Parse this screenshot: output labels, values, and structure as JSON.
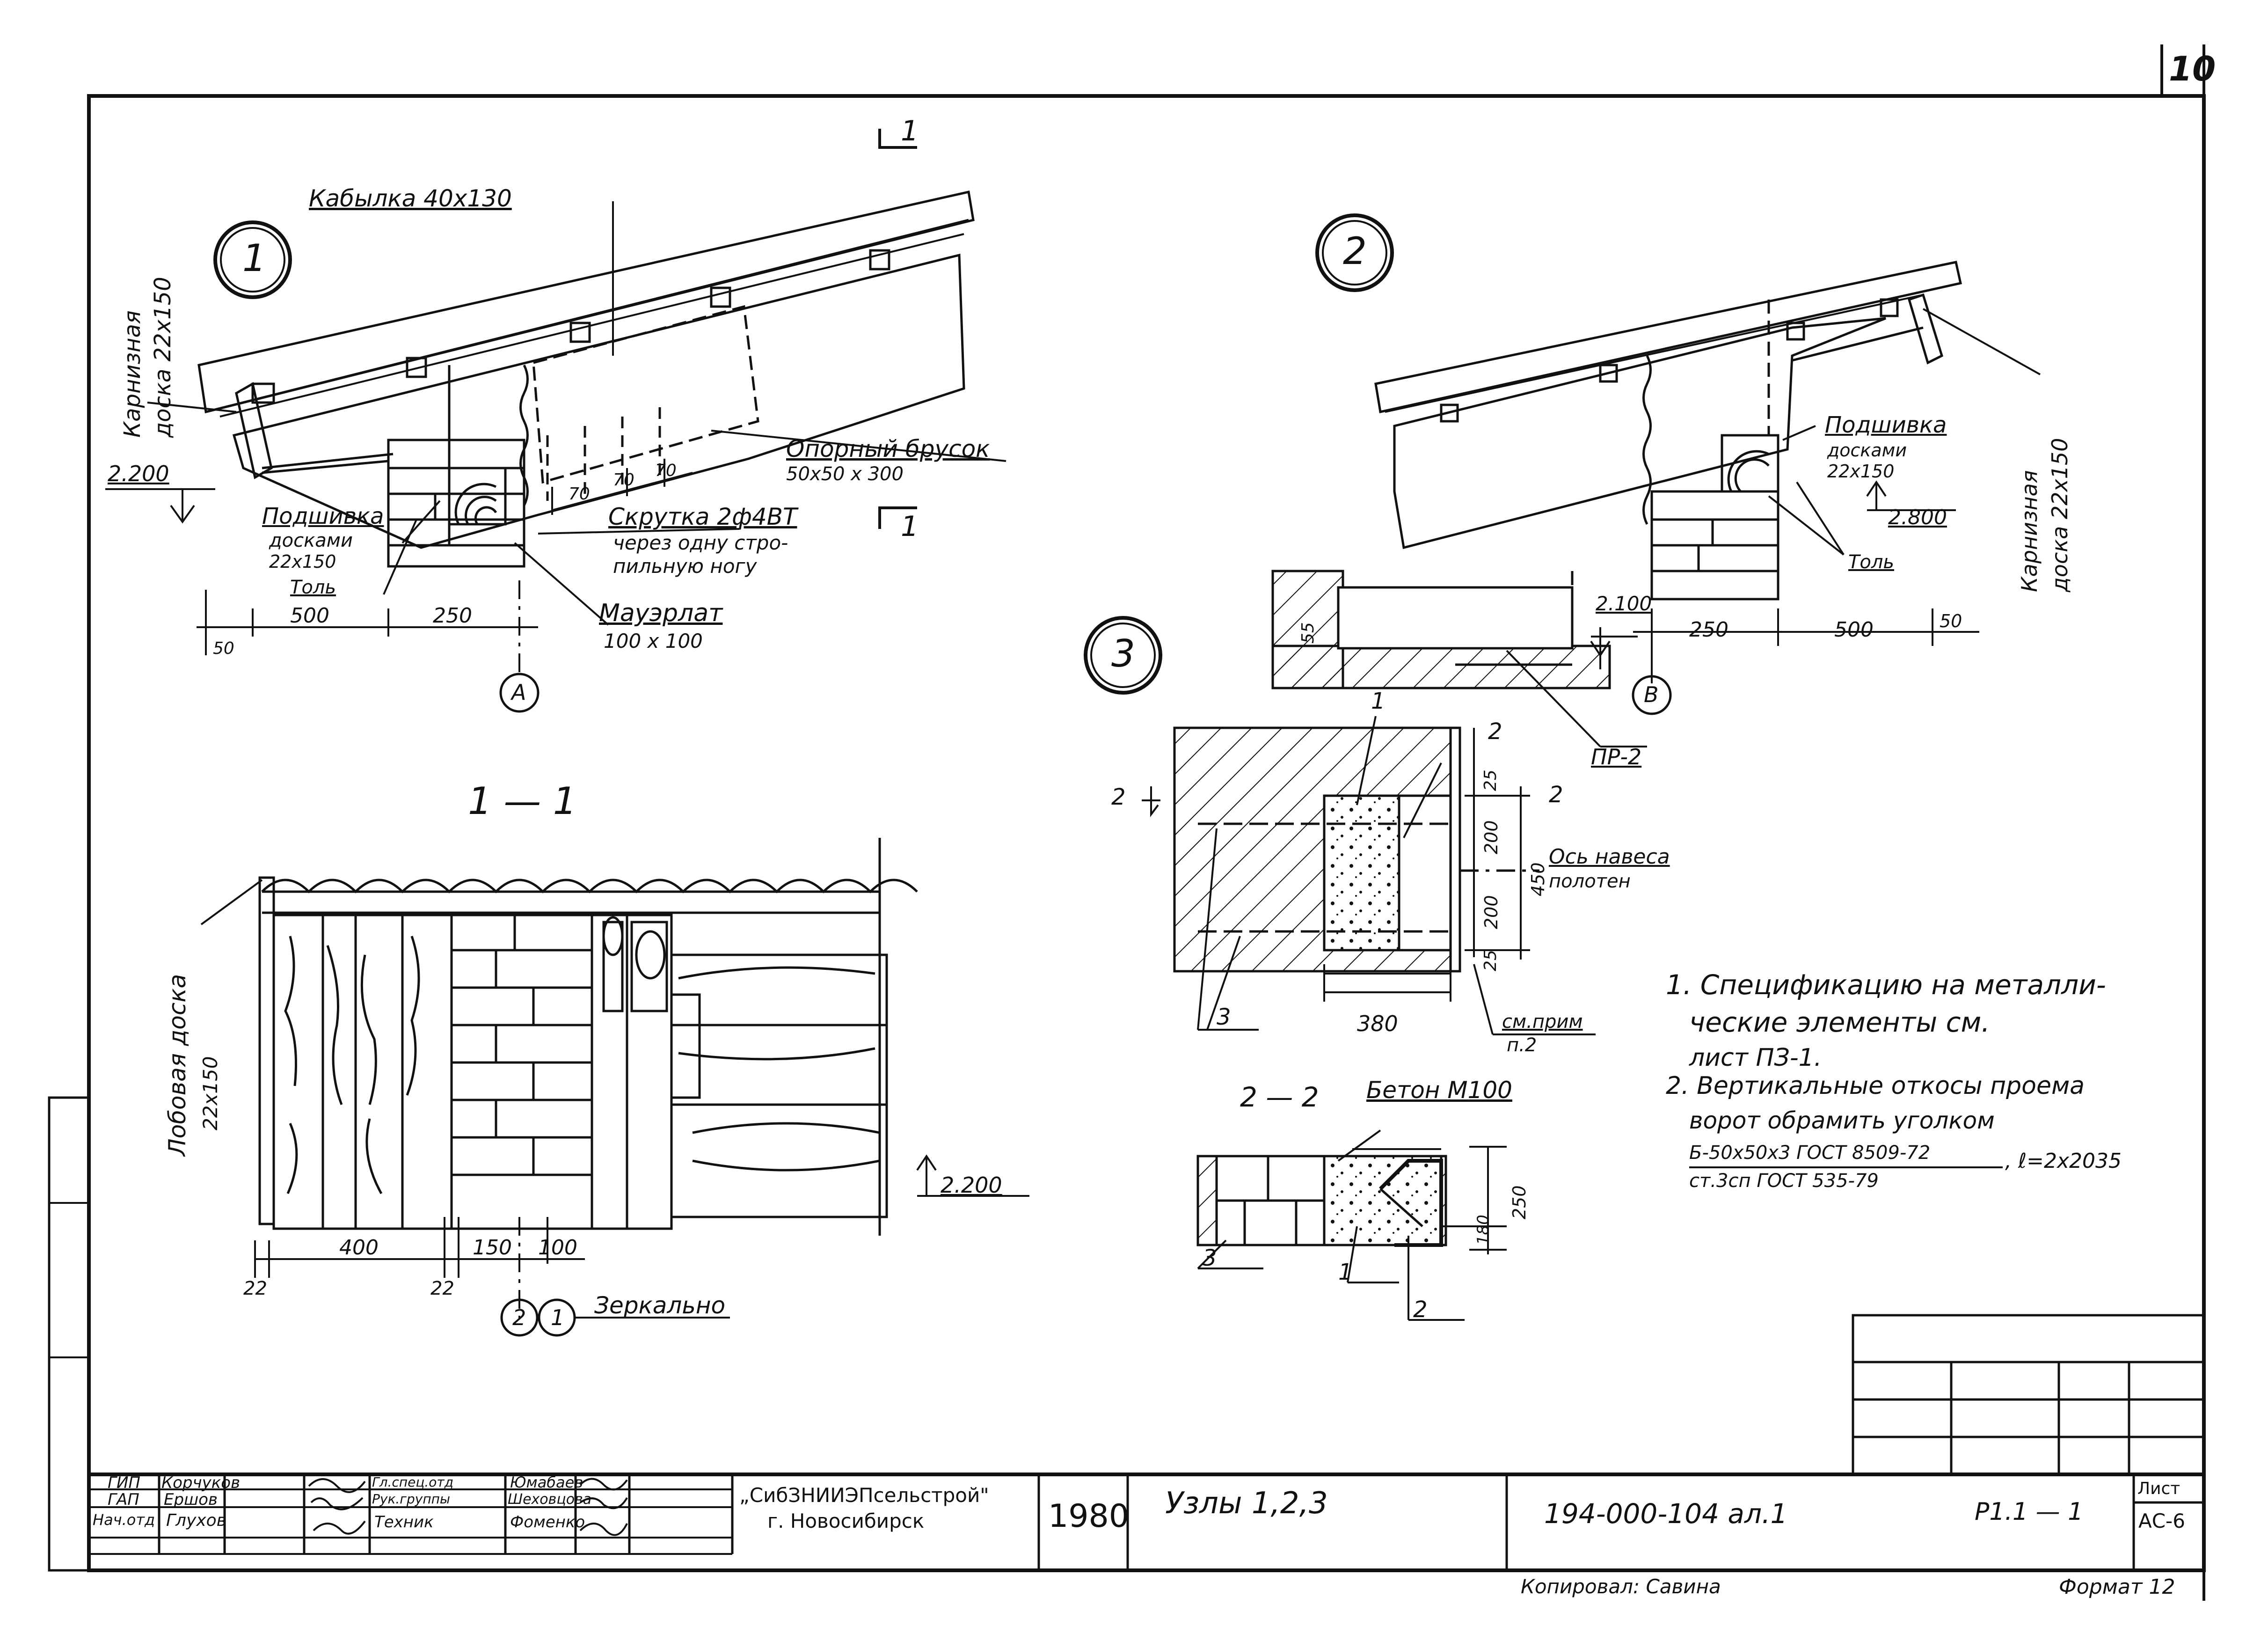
{
  "sheet_number": "10",
  "node1": {
    "circle": "1",
    "kabylka": "Кабылка  40х130",
    "karniznaya_1": "Карнизная",
    "karniznaya_2": "доска 22х150",
    "level": "2.200",
    "podshivka_1": "Подшивка",
    "podshivka_2": "досками",
    "podshivka_3": "22х150",
    "tol": "Толь",
    "opor_1": "Опорный брусок",
    "opor_2": "50х50 х 300",
    "skrutka_1": "Скрутка 2ф4ВТ",
    "skrutka_2": "через одну стро-",
    "skrutka_3": "пильную ногу",
    "mauerlat_1": "Мауэрлат",
    "mauerlat_2": "100 х 100",
    "dim_70a": "70",
    "dim_70b": "70",
    "dim_70c": "70",
    "dim_50": "50",
    "dim_500": "500",
    "dim_250": "250",
    "axis": "А",
    "section_mark": "1"
  },
  "node2": {
    "circle": "2",
    "podshivka_1": "Подшивка",
    "podshivka_2": "досками",
    "podshivka_3": "22х150",
    "level": "2.800",
    "tol": "Толь",
    "karniznaya_1": "Карнизная",
    "karniznaya_2": "доска 22х150",
    "level2": "2.100",
    "dim_250": "250",
    "dim_500": "500",
    "dim_50": "50",
    "axis": "В",
    "dim_55": "55"
  },
  "node3": {
    "circle": "3",
    "pr2": "ПР-2",
    "marker_2a": "2",
    "marker_1": "1",
    "marker_2b": "2",
    "marker_3": "3",
    "dim_25a": "25",
    "dim_200a": "200",
    "dim_450": "450",
    "dim_200b": "200",
    "dim_25b": "25",
    "dim_380": "380",
    "os_1": "Ось навеса",
    "os_2": "полотен",
    "sm_1": "см.прим",
    "sm_2": "п.2"
  },
  "section11": {
    "title": "1 — 1",
    "lobovaya_1": "Лобовая доска",
    "lobovaya_2": "22х150",
    "level": "2.200",
    "dim_400": "400",
    "dim_150": "150",
    "dim_100": "100",
    "dim_22a": "22",
    "dim_22b": "22",
    "c2": "2",
    "c1": "1",
    "mirror": "Зеркально"
  },
  "section22": {
    "title": "2 — 2",
    "beton": "Бетон М100",
    "dim_250": "250",
    "dim_180": "180",
    "m3": "3",
    "m1": "1",
    "m2": "2"
  },
  "notes": {
    "n1_l1": "1. Спецификацию на металли-",
    "n1_l2": "ческие  элементы  см.",
    "n1_l3": "лист  ПЗ-1.",
    "n2_l1": "2. Вертикальные   откосы  проема",
    "n2_l2": "ворот  обрамить  уголком",
    "n2_l3": "Б-50х50х3 ГОСТ 8509-72",
    "n2_l4": "ст.3сп ГОСТ 535-79",
    "n2_l5": ", ℓ=2х2035"
  },
  "title_block": {
    "roles": [
      "ГИП",
      "ГАП",
      "Нач.отд",
      "Гл.спец.отд",
      "Рук.группы",
      "Техник"
    ],
    "names": [
      "Корчуков",
      "Ершов",
      "Глухов",
      "Юмабаев",
      "Шеховцова",
      "Фоменко"
    ],
    "org_1": "„СибЗНИИЭПсельстрой\"",
    "org_2": "г. Новосибирск",
    "year": "1980",
    "title": "Узлы  1,2,3",
    "code": "194-000-104  ал.1",
    "rev": "Р1.1 — 1",
    "list_label": "Лист",
    "list_value": "АС-6",
    "copied": "Копировал: Савина",
    "format": "Формат 12"
  }
}
